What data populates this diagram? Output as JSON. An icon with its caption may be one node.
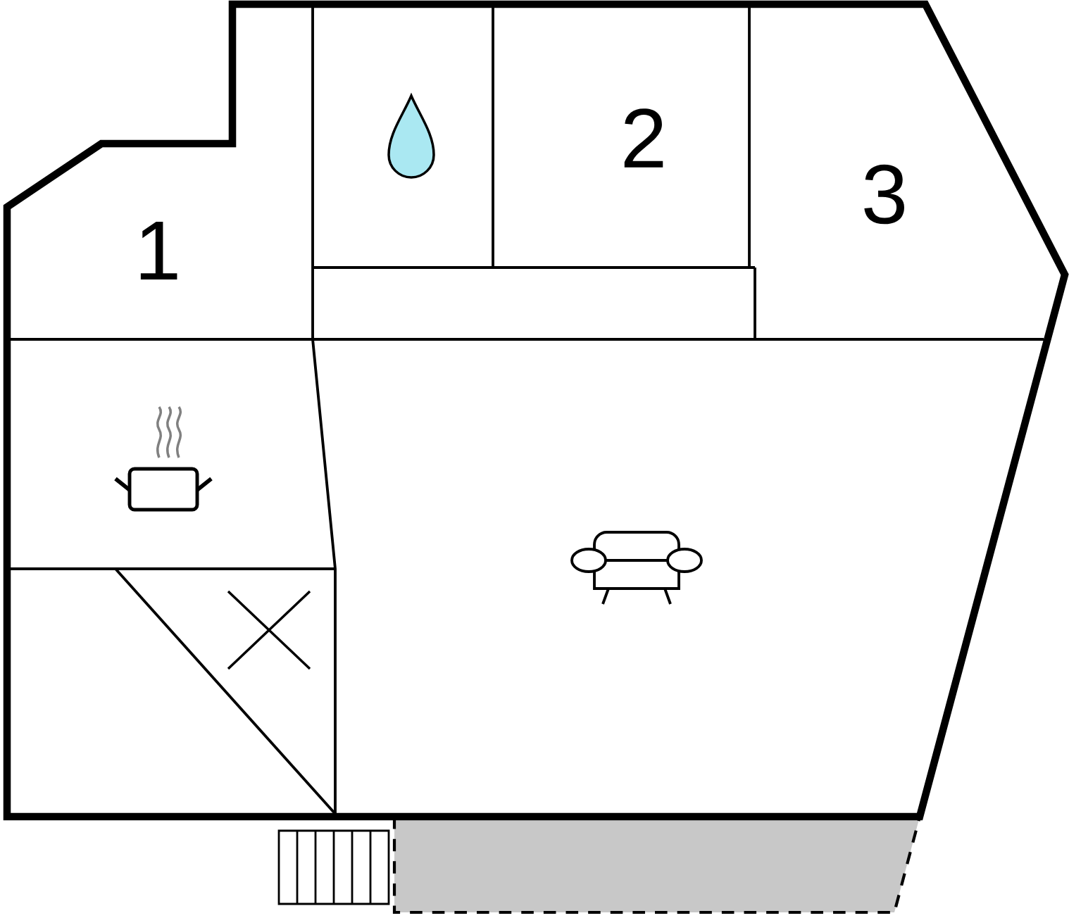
{
  "diagram": {
    "labels": [
      "1",
      "2",
      "3"
    ]
  }
}
